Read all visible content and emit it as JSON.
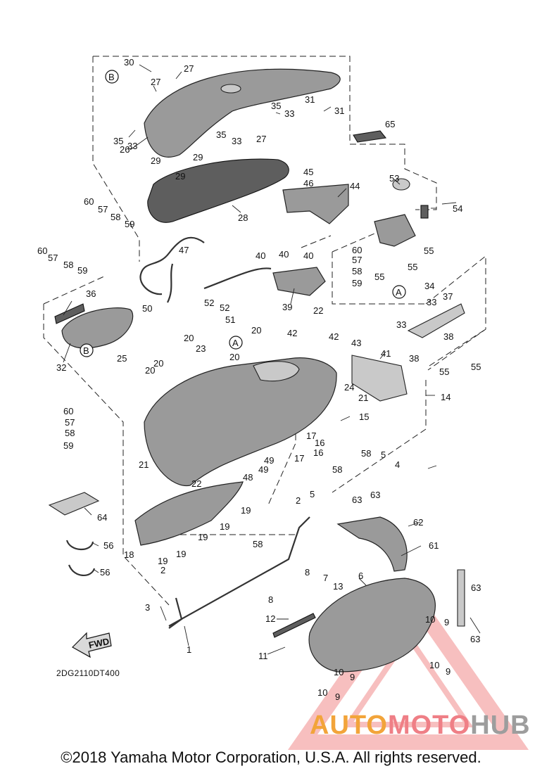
{
  "diagram": {
    "document_code": "2DG2110DT400",
    "fwd_label": "FWD",
    "reference_markers": [
      "B",
      "A"
    ],
    "callouts": {
      "c1": "1",
      "c2": "2",
      "c2b": "2",
      "c3": "3",
      "c4": "4",
      "c5": "5",
      "c5b": "5",
      "c6": "6",
      "c7": "7",
      "c8": "8",
      "c8b": "8",
      "c9a": "9",
      "c9b": "9",
      "c9c": "9",
      "c9d": "9",
      "c10a": "10",
      "c10b": "10",
      "c10c": "10",
      "c10d": "10",
      "c11": "11",
      "c12": "12",
      "c13": "13",
      "c14": "14",
      "c15": "15",
      "c16a": "16",
      "c16b": "16",
      "c17a": "17",
      "c17b": "17",
      "c18": "18",
      "c19a": "19",
      "c19b": "19",
      "c19c": "19",
      "c19d": "19",
      "c19e": "19",
      "c20a": "20",
      "c20b": "20",
      "c20c": "20",
      "c20d": "20",
      "c20e": "20",
      "c21a": "21",
      "c21b": "21",
      "c22a": "22",
      "c22b": "22",
      "c23": "23",
      "c24": "24",
      "c25": "25",
      "c26": "26",
      "c27a": "27",
      "c27b": "27",
      "c27c": "27",
      "c28": "28",
      "c29a": "29",
      "c29b": "29",
      "c29c": "29",
      "c30": "30",
      "c31a": "31",
      "c31b": "31",
      "c32": "32",
      "c33a": "33",
      "c33b": "33",
      "c33c": "33",
      "c33d": "33",
      "c33e": "33",
      "c34": "34",
      "c35a": "35",
      "c35b": "35",
      "c35c": "35",
      "c36": "36",
      "c37": "37",
      "c38a": "38",
      "c38b": "38",
      "c39": "39",
      "c40a": "40",
      "c40b": "40",
      "c40c": "40",
      "c41": "41",
      "c42a": "42",
      "c42b": "42",
      "c43": "43",
      "c44": "44",
      "c45": "45",
      "c46": "46",
      "c47": "47",
      "c48": "48",
      "c49a": "49",
      "c49b": "49",
      "c50": "50",
      "c51": "51",
      "c52a": "52",
      "c52b": "52",
      "c53": "53",
      "c54": "54",
      "c55a": "55",
      "c55b": "55",
      "c55c": "55",
      "c55d": "55",
      "c55e": "55",
      "c56a": "56",
      "c56b": "56",
      "c57a": "57",
      "c57b": "57",
      "c57c": "57",
      "c57d": "57",
      "c58a": "58",
      "c58b": "58",
      "c58c": "58",
      "c58d": "58",
      "c58e": "58",
      "c58f": "58",
      "c58g": "58",
      "c59a": "59",
      "c59b": "59",
      "c59c": "59",
      "c59d": "59",
      "c60a": "60",
      "c60b": "60",
      "c60c": "60",
      "c60d": "60",
      "c61": "61",
      "c62": "62",
      "c63a": "63",
      "c63b": "63",
      "c63c": "63",
      "c63d": "63",
      "c64": "64",
      "c65": "65"
    }
  },
  "watermark": {
    "part1": "AUTO",
    "part2": "MOTO",
    "part3": "HUB",
    "colors": {
      "auto": "#f2a43a",
      "moto": "#ef7f86",
      "hub": "#9d9d9d",
      "triangle": "#f08080"
    }
  },
  "footer": {
    "copyright": "©2018 Yamaha Motor Corporation, U.S.A. All rights reserved."
  }
}
